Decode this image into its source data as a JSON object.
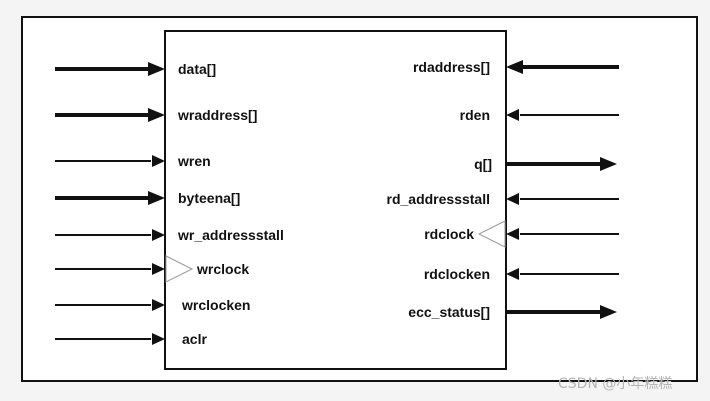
{
  "diagram": {
    "left_ports": [
      {
        "label": "data[]",
        "direction": "in",
        "weight": "bus"
      },
      {
        "label": "wraddress[]",
        "direction": "in",
        "weight": "bus"
      },
      {
        "label": "wren",
        "direction": "in",
        "weight": "single"
      },
      {
        "label": "byteena[]",
        "direction": "in",
        "weight": "bus"
      },
      {
        "label": "wr_addressstall",
        "direction": "in",
        "weight": "single"
      },
      {
        "label": "wrclock",
        "direction": "in",
        "weight": "single",
        "clock": true
      },
      {
        "label": "wrclocken",
        "direction": "in",
        "weight": "single"
      },
      {
        "label": "aclr",
        "direction": "in",
        "weight": "single"
      }
    ],
    "right_ports": [
      {
        "label": "rdaddress[]",
        "direction": "in",
        "weight": "bus"
      },
      {
        "label": "rden",
        "direction": "in",
        "weight": "single"
      },
      {
        "label": "q[]",
        "direction": "out",
        "weight": "bus"
      },
      {
        "label": "rd_addressstall",
        "direction": "in",
        "weight": "single"
      },
      {
        "label": "rdclock",
        "direction": "in",
        "weight": "single",
        "clock": true
      },
      {
        "label": "rdclocken",
        "direction": "in",
        "weight": "single"
      },
      {
        "label": "ecc_status[]",
        "direction": "out",
        "weight": "bus"
      }
    ]
  },
  "watermark": "CSDN @小年糕糕",
  "colors": {
    "line": "#111111",
    "background": "#f4f4f4",
    "panel": "#ffffff",
    "watermark": "#b5b5b5"
  }
}
